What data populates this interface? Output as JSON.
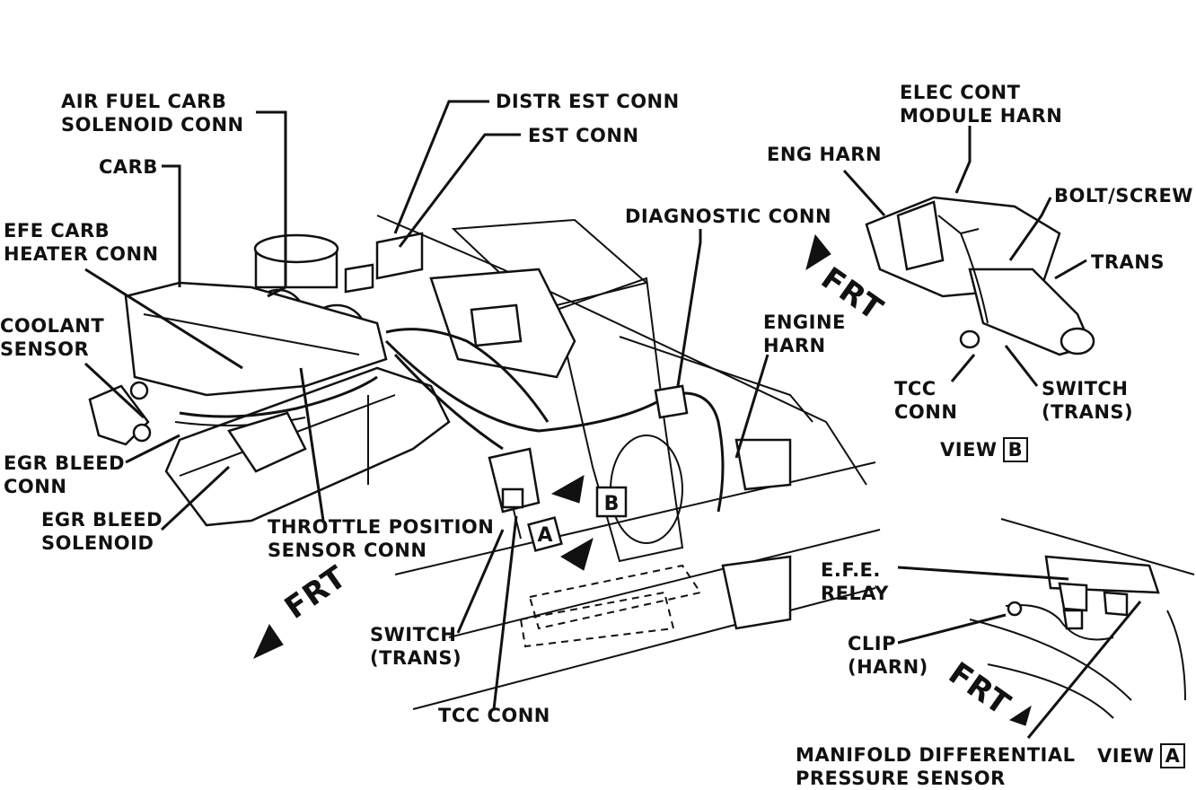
{
  "labels": {
    "air_fuel_carb": "AIR FUEL CARB\nSOLENOID CONN",
    "carb": "CARB",
    "efe_carb_heater": "EFE CARB\nHEATER CONN",
    "coolant_sensor": "COOLANT\nSENSOR",
    "egr_bleed_conn": "EGR BLEED\nCONN",
    "egr_bleed_solenoid": "EGR BLEED\nSOLENOID",
    "throttle_position": "THROTTLE POSITION\nSENSOR CONN",
    "distr_est_conn": "DISTR EST CONN",
    "est_conn": "EST CONN",
    "diagnostic_conn": "DIAGNOSTIC CONN",
    "engine_harn": "ENGINE\nHARN",
    "switch_trans_main": "SWITCH\n(TRANS)",
    "tcc_conn_main": "TCC CONN",
    "elec_cont_module": "ELEC CONT\nMODULE HARN",
    "eng_harn": "ENG HARN",
    "bolt_screw": "BOLT/SCREW",
    "trans": "TRANS",
    "tcc_conn_b": "TCC\nCONN",
    "switch_trans_b": "SWITCH\n(TRANS)",
    "efe_relay": "E.F.E.\nRELAY",
    "clip_harn": "CLIP\n(HARN)",
    "manifold_sensor": "MANIFOLD DIFFERENTIAL\nPRESSURE SENSOR"
  },
  "views": {
    "view_b": {
      "text": "VIEW",
      "letter": "B"
    },
    "view_a": {
      "text": "VIEW",
      "letter": "A"
    }
  },
  "markers": {
    "a": "A",
    "b": "B"
  },
  "frt": "FRT"
}
